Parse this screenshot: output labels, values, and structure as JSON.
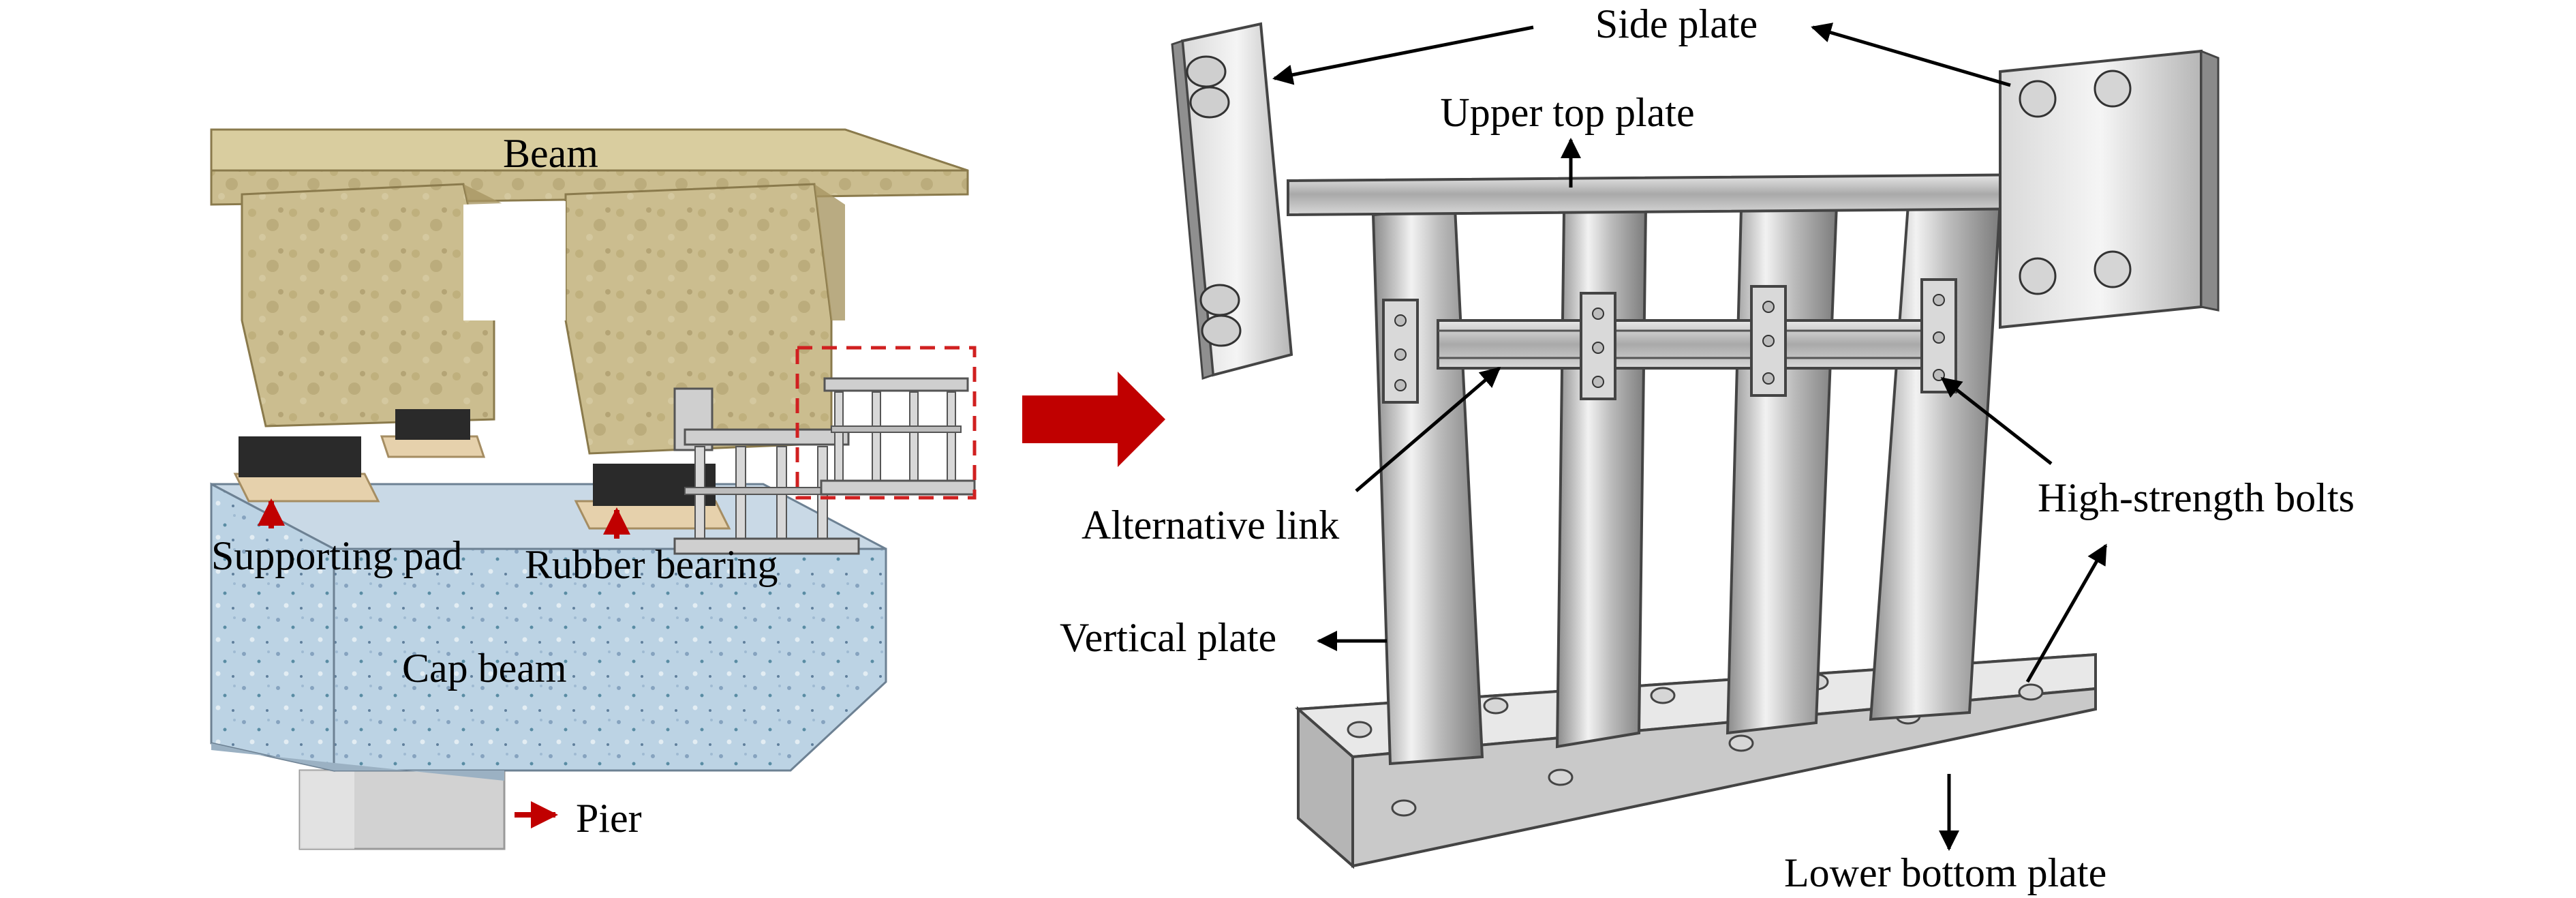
{
  "left_panel": {
    "labels": {
      "beam": "Beam",
      "supporting_pad": "Supporting pad",
      "rubber_bearing": "Rubber bearing",
      "cap_beam": "Cap beam",
      "pier": "Pier"
    }
  },
  "right_panel": {
    "labels": {
      "side_plate": "Side plate",
      "upper_top_plate": "Upper top plate",
      "alternative_link": "Alternative link",
      "high_strength_bolts": "High-strength bolts",
      "vertical_plate": "Vertical plate",
      "lower_bottom_plate": "Lower bottom plate"
    }
  },
  "colors": {
    "annotation_red": "#c00000",
    "beam_concrete": "#c8b98a",
    "cap_beam_concrete": "#b9cfe0",
    "steel": "#c7c7c7",
    "rubber": "#2a2a2a",
    "pad": "#e6d1ac"
  }
}
